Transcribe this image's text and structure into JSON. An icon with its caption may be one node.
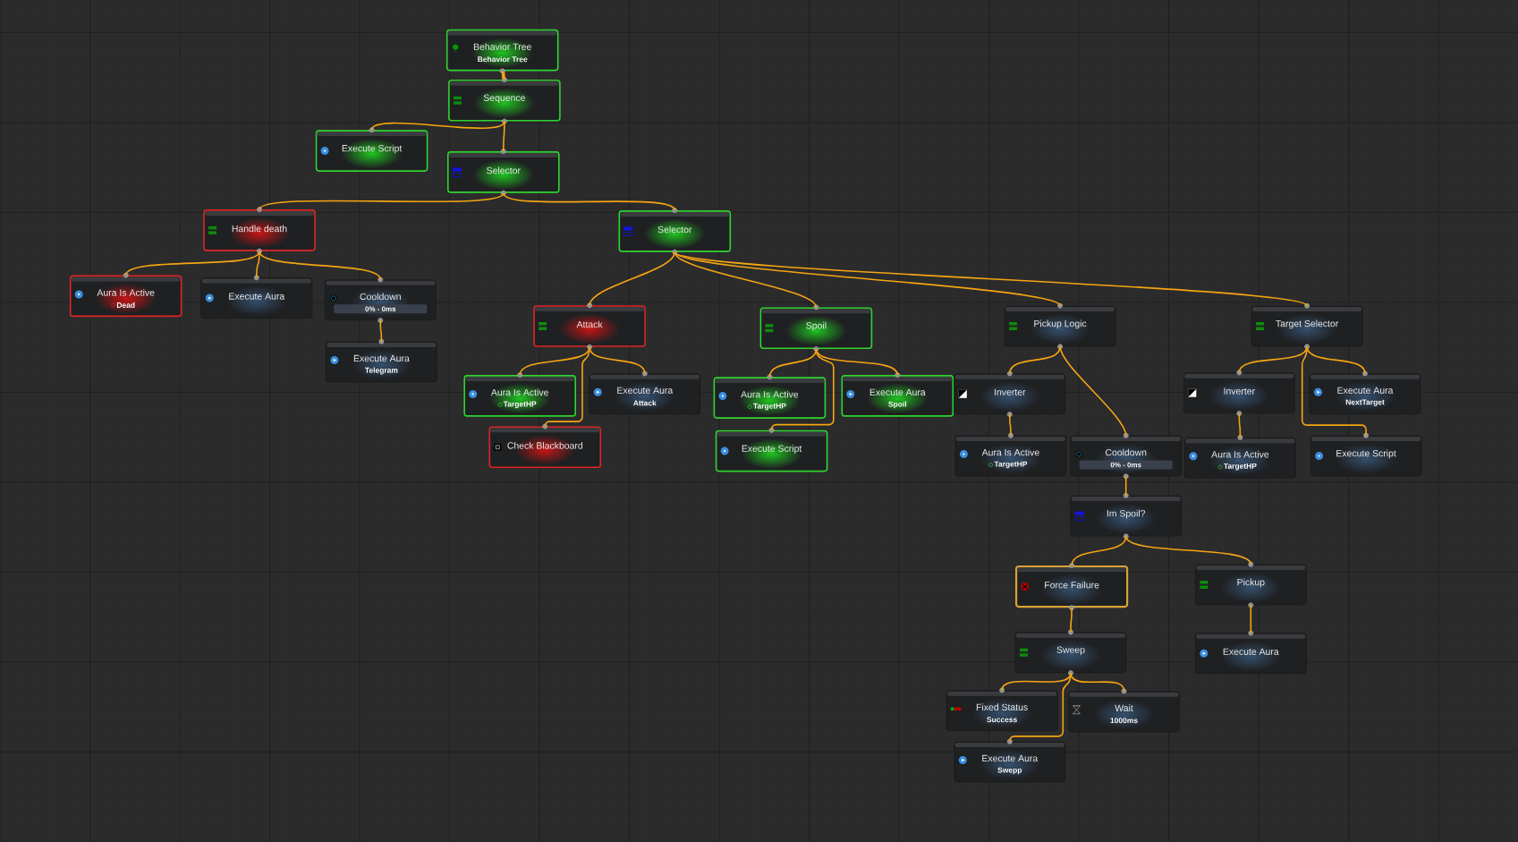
{
  "diagram": {
    "nodes": [
      {
        "text": [
          "Behavior Tree",
          "Behavior Tree"
        ]
      },
      {
        "text": [
          "Sequence"
        ]
      },
      {
        "text": [
          "Execute Script"
        ]
      },
      {
        "text": [
          "Selector"
        ]
      },
      {
        "text": [
          "Handle death"
        ]
      },
      {
        "text": [
          "Aura Is Active",
          "Dead"
        ]
      },
      {
        "text": [
          "Execute Aura"
        ]
      },
      {
        "text": [
          "Cooldown",
          "0% - 0ms"
        ]
      },
      {
        "text": [
          "Execute Aura",
          "Telegram"
        ]
      },
      {
        "text": [
          "Selector"
        ]
      },
      {
        "text": [
          "Attack"
        ]
      },
      {
        "text": [
          "Aura Is Active",
          "TargetHP"
        ]
      },
      {
        "text": [
          "Execute Aura",
          "Attack"
        ]
      },
      {
        "text": [
          "Check Blackboard"
        ]
      },
      {
        "text": [
          "Spoil"
        ]
      },
      {
        "text": [
          "Aura Is Active",
          "TargetHP"
        ]
      },
      {
        "text": [
          "Execute Aura",
          "Spoil"
        ]
      },
      {
        "text": [
          "Execute Script"
        ]
      },
      {
        "text": [
          "Pickup Logic"
        ]
      },
      {
        "text": [
          "Inverter"
        ]
      },
      {
        "text": [
          "Aura Is Active",
          "TargetHP"
        ]
      },
      {
        "text": [
          "Cooldown",
          "0% - 0ms"
        ]
      },
      {
        "text": [
          "Im Spoil?"
        ]
      },
      {
        "text": [
          "Force Failure"
        ]
      },
      {
        "text": [
          "Pickup"
        ]
      },
      {
        "text": [
          "Sweep"
        ]
      },
      {
        "text": [
          "Fixed Status",
          "Success"
        ]
      },
      {
        "text": [
          "Wait",
          "1000ms"
        ]
      },
      {
        "text": [
          "Execute Aura",
          "Swepp"
        ]
      },
      {
        "text": [
          "Execute Aura"
        ]
      },
      {
        "text": [
          "Target Selector"
        ]
      },
      {
        "text": [
          "Inverter"
        ]
      },
      {
        "text": [
          "Execute Aura",
          "NextTarget"
        ]
      },
      {
        "text": [
          "Aura Is Active",
          "TargetHP"
        ]
      },
      {
        "text": [
          "Execute Script"
        ]
      }
    ],
    "edges": [
      {
        "from": 0,
        "to": 1,
        "arrow": "none"
      },
      {
        "from": 1,
        "to": 2,
        "arrow": "none"
      },
      {
        "from": 1,
        "to": 3,
        "arrow": "none"
      },
      {
        "from": 3,
        "to": 4,
        "arrow": "none"
      },
      {
        "from": 3,
        "to": 9,
        "arrow": "none"
      },
      {
        "from": 4,
        "to": 5,
        "arrow": "none"
      },
      {
        "from": 4,
        "to": 6,
        "arrow": "none"
      },
      {
        "from": 4,
        "to": 7,
        "arrow": "none"
      },
      {
        "from": 7,
        "to": 8,
        "arrow": "none"
      },
      {
        "from": 9,
        "to": 10,
        "arrow": "none"
      },
      {
        "from": 9,
        "to": 14,
        "arrow": "none"
      },
      {
        "from": 9,
        "to": 18,
        "arrow": "none"
      },
      {
        "from": 9,
        "to": 30,
        "arrow": "none"
      },
      {
        "from": 10,
        "to": 11,
        "arrow": "none"
      },
      {
        "from": 10,
        "to": 12,
        "arrow": "none"
      },
      {
        "from": 10,
        "to": 13,
        "arrow": "none"
      },
      {
        "from": 14,
        "to": 15,
        "arrow": "none"
      },
      {
        "from": 14,
        "to": 16,
        "arrow": "none"
      },
      {
        "from": 14,
        "to": 17,
        "arrow": "none"
      },
      {
        "from": 18,
        "to": 19,
        "arrow": "none"
      },
      {
        "from": 18,
        "to": 21,
        "arrow": "none"
      },
      {
        "from": 19,
        "to": 20,
        "arrow": "none"
      },
      {
        "from": 21,
        "to": 22,
        "arrow": "none"
      },
      {
        "from": 22,
        "to": 23,
        "arrow": "none"
      },
      {
        "from": 22,
        "to": 24,
        "arrow": "none"
      },
      {
        "from": 23,
        "to": 25,
        "arrow": "none"
      },
      {
        "from": 25,
        "to": 26,
        "arrow": "none"
      },
      {
        "from": 25,
        "to": 27,
        "arrow": "none"
      },
      {
        "from": 25,
        "to": 28,
        "arrow": "none"
      },
      {
        "from": 24,
        "to": 29,
        "arrow": "none"
      },
      {
        "from": 30,
        "to": 31,
        "arrow": "none"
      },
      {
        "from": 30,
        "to": 32,
        "arrow": "none"
      },
      {
        "from": 30,
        "to": 34,
        "arrow": "none"
      },
      {
        "from": 31,
        "to": 33,
        "arrow": "none"
      }
    ]
  }
}
